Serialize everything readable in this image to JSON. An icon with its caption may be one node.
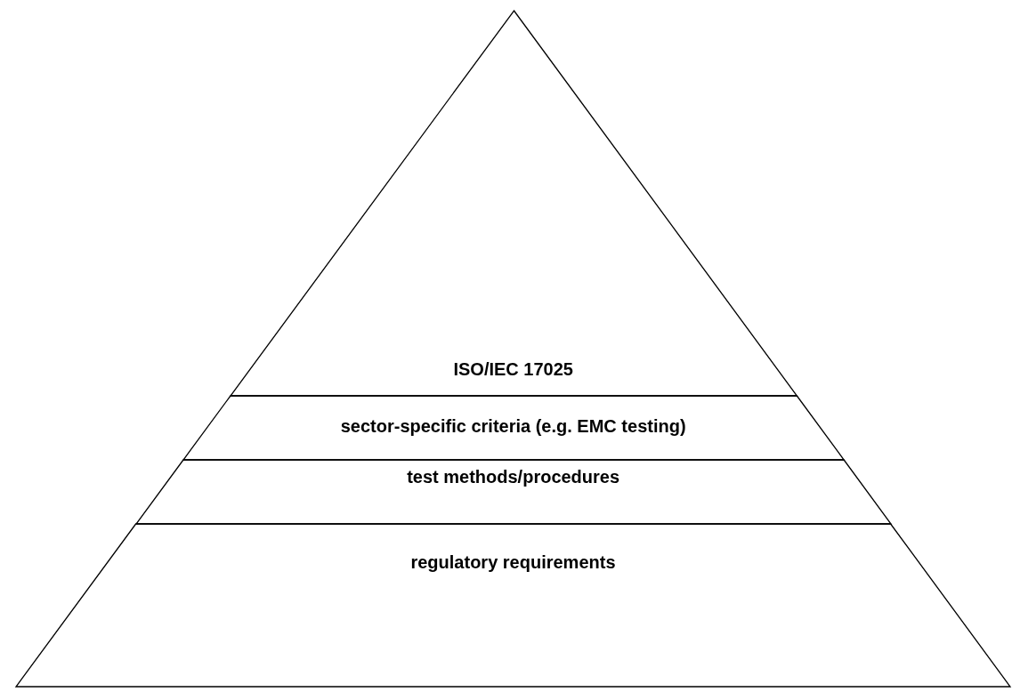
{
  "diagram": {
    "nodes": [
      {
        "text": [
          "ISO/IEC 17025"
        ]
      },
      {
        "text": [
          "sector-specific criteria (e.g. EMC testing)"
        ]
      },
      {
        "text": [
          "test methods/procedures"
        ]
      },
      {
        "text": [
          "regulatory requirements"
        ]
      }
    ]
  }
}
